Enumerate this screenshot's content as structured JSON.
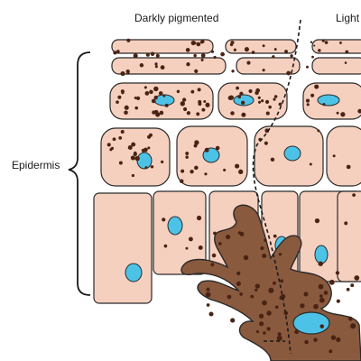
{
  "labels": {
    "darkly_pigmented": "Darkly pigmented",
    "lightly_pigmented": "Light",
    "epidermis": "Epidermis"
  },
  "colors": {
    "cell_fill": "#f6d0bf",
    "cell_stroke": "#2a2a2a",
    "nucleus": "#4cc3e6",
    "melanin": "#4a2314",
    "melanocyte": "#8a5a3e",
    "divider": "#1a1a1a"
  }
}
